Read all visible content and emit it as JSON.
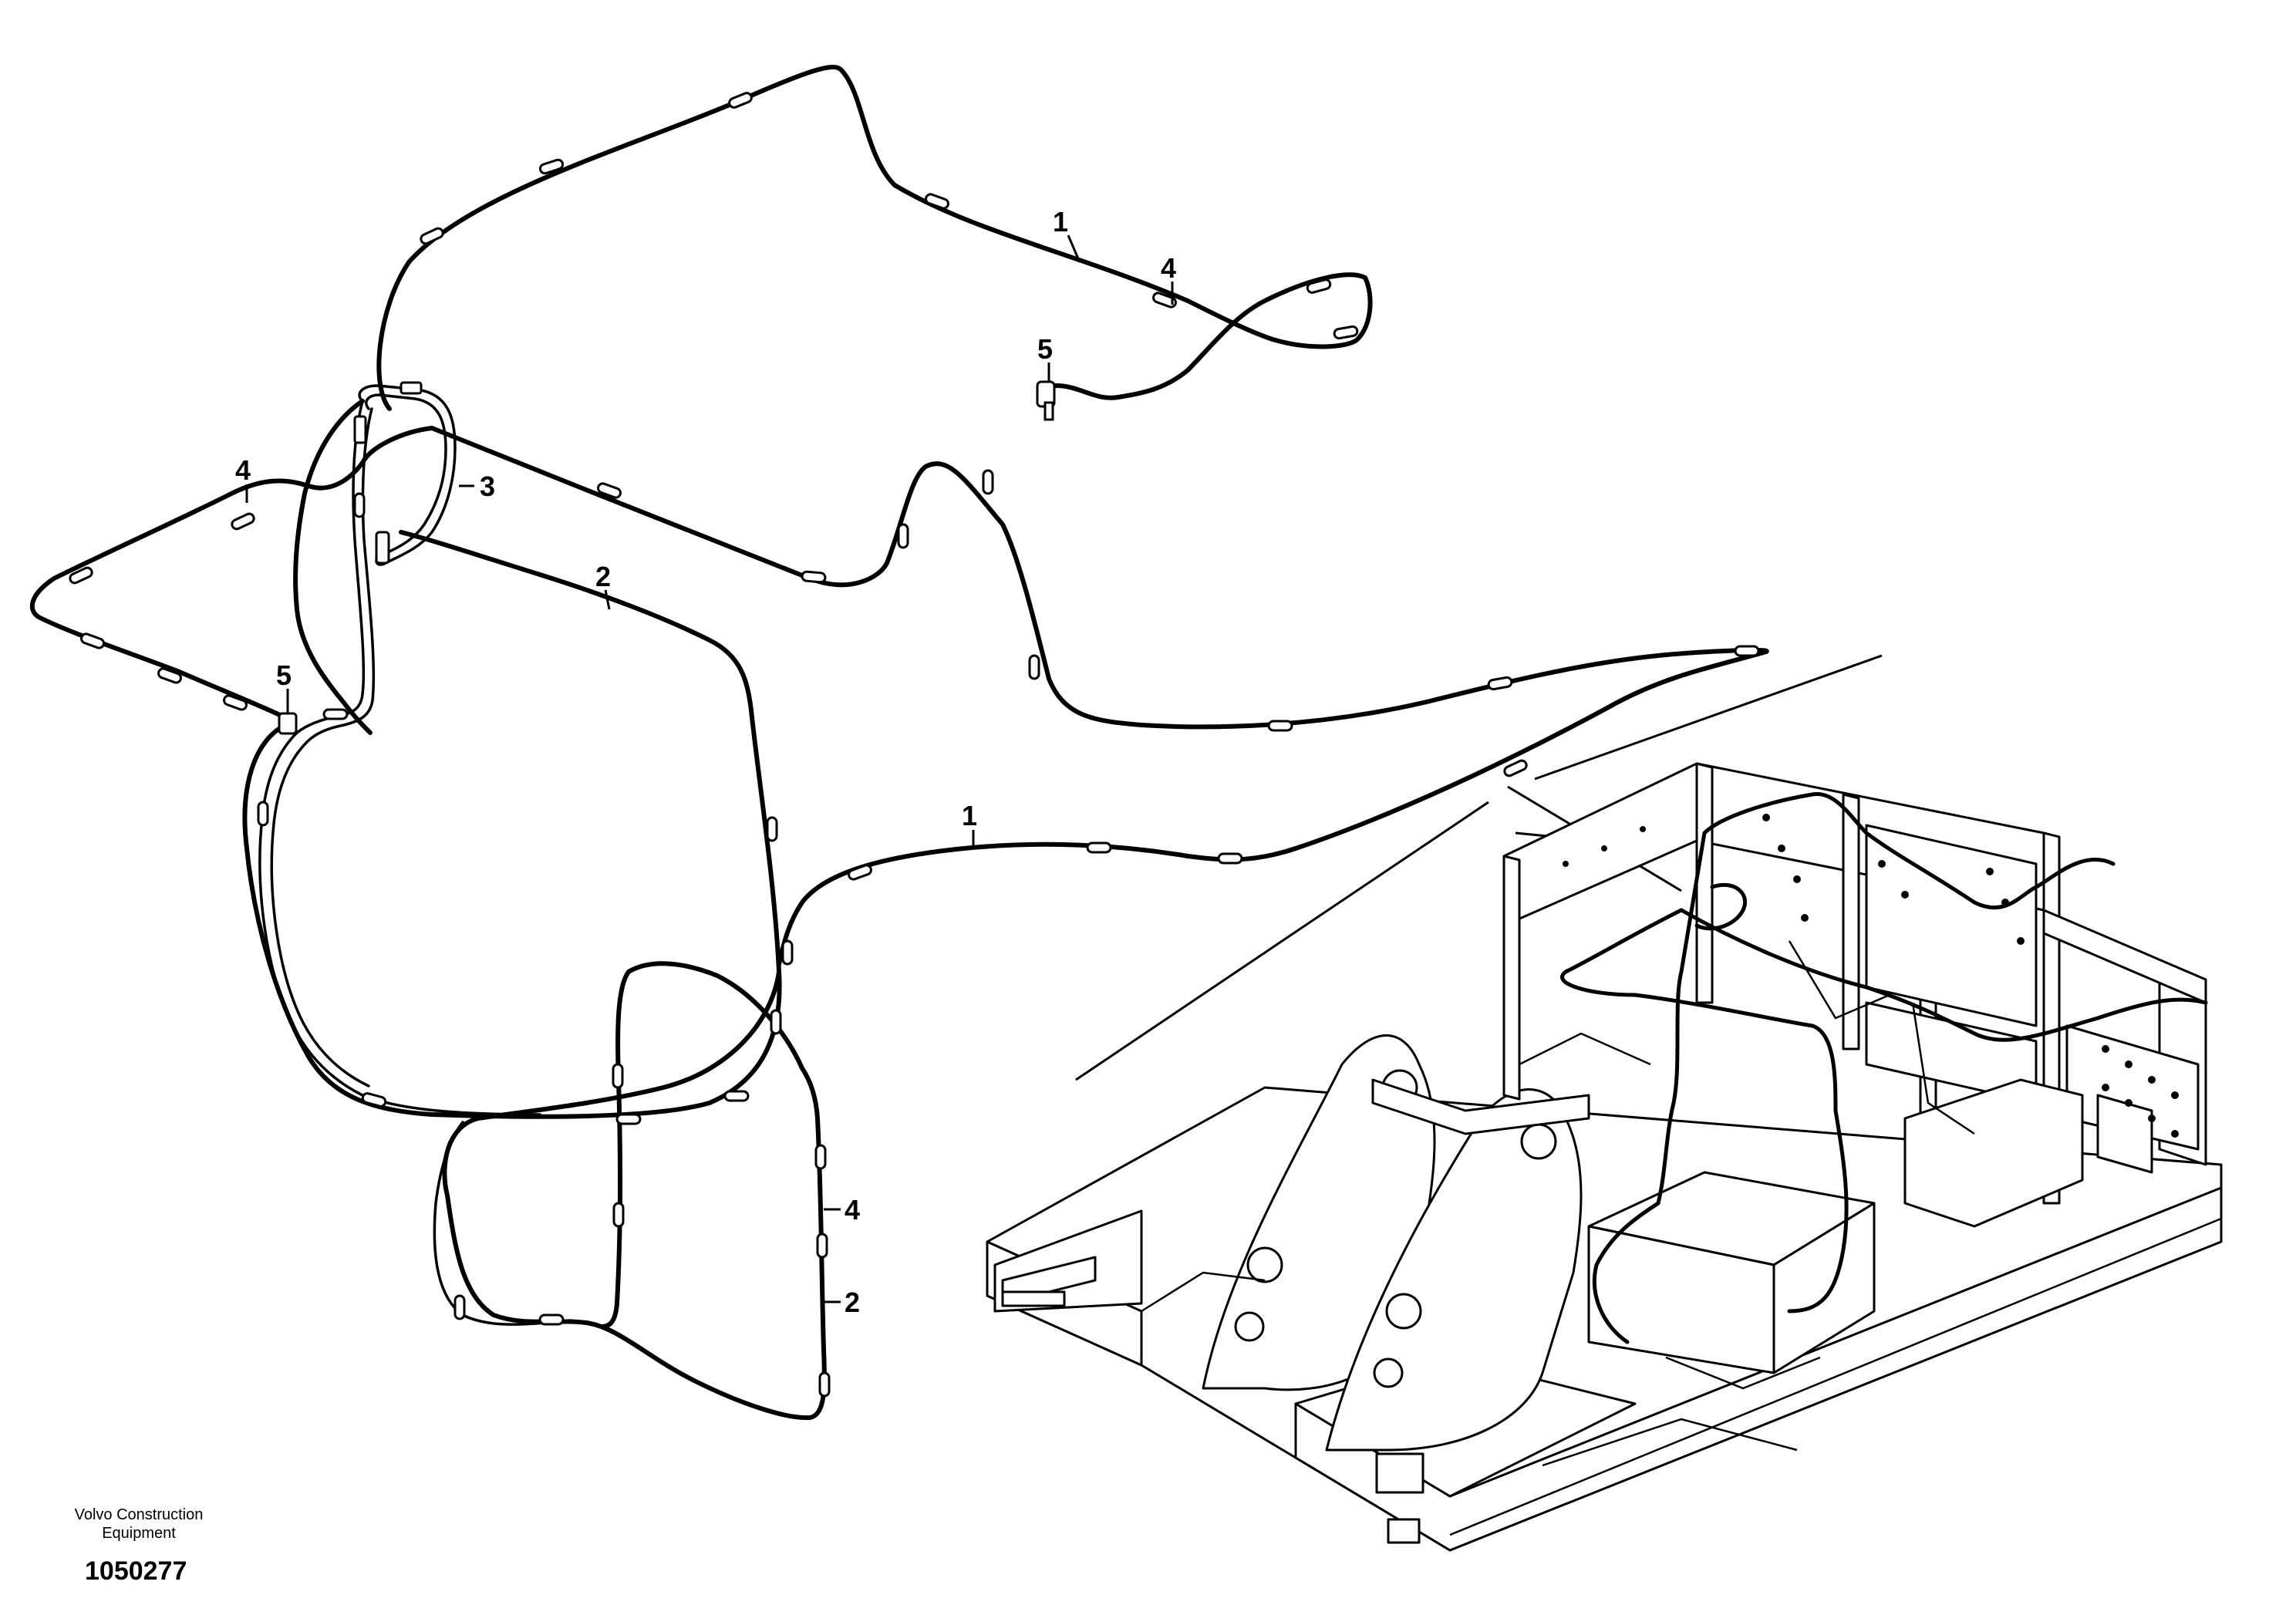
{
  "callouts": {
    "c1_top": "1",
    "c4_top": "4",
    "c5_top": "5",
    "c3": "3",
    "c4_left": "4",
    "c2_mid": "2",
    "c5_left": "5",
    "c1_mid": "1",
    "c4_bottom": "4",
    "c2_bottom": "2"
  },
  "footer": {
    "brand_line1": "Volvo Construction",
    "brand_line2": "Equipment",
    "drawing_number": "1050277"
  }
}
